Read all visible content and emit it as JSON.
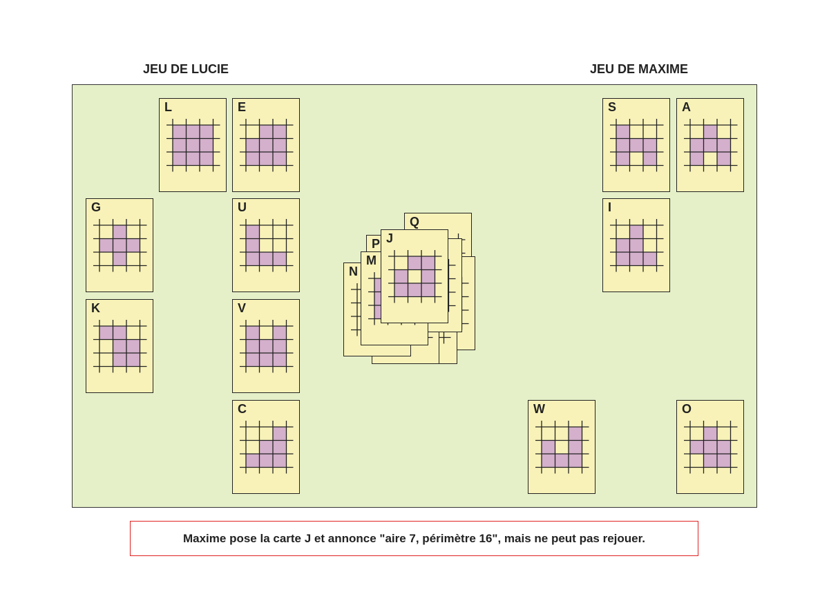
{
  "players": {
    "left": "JEU DE LUCIE",
    "right": "JEU DE MAXIME"
  },
  "colors": {
    "board": "#e6f0c8",
    "card": "#f8f2b8",
    "cell": "#d4b0cc",
    "caption_border": "#e02020"
  },
  "lucie_cards": [
    {
      "letter": "L",
      "shape": [
        "XXX",
        "XXX",
        "XXX"
      ]
    },
    {
      "letter": "E",
      "shape": [
        ".XX",
        "XXX",
        "XXX"
      ]
    },
    {
      "letter": "G",
      "shape": [
        ".X.",
        "XXX",
        ".X."
      ]
    },
    {
      "letter": "U",
      "shape": [
        "X..",
        "X..",
        "XXX"
      ]
    },
    {
      "letter": "K",
      "shape": [
        "XX.",
        ".XX",
        ".XX"
      ]
    },
    {
      "letter": "V",
      "shape": [
        "X.X",
        "XXX",
        "XXX"
      ]
    },
    {
      "letter": "C",
      "shape": [
        "..X",
        ".XX",
        "XXX"
      ]
    }
  ],
  "maxime_cards": [
    {
      "letter": "S",
      "shape": [
        "X..",
        "XXX",
        "X.X"
      ]
    },
    {
      "letter": "A",
      "shape": [
        ".X.",
        "XXX",
        "X.X"
      ]
    },
    {
      "letter": "I",
      "shape": [
        ".X.",
        "XX.",
        "XXX"
      ]
    },
    {
      "letter": "W",
      "shape": [
        "..X",
        "X.X",
        "XXX"
      ]
    },
    {
      "letter": "O",
      "shape": [
        ".X.",
        "XXX",
        ".XX"
      ]
    }
  ],
  "pile_cards": [
    {
      "letter": "Q",
      "shape": [
        "...",
        "...",
        "..."
      ]
    },
    {
      "letter": "",
      "shape": [
        "...",
        "...",
        "..."
      ]
    },
    {
      "letter": "",
      "shape": [
        "...",
        "...",
        "..."
      ]
    },
    {
      "letter": "",
      "shape": [
        "...",
        "...",
        "..."
      ]
    },
    {
      "letter": "N",
      "shape": [
        "...",
        "...",
        "..."
      ]
    },
    {
      "letter": "P",
      "shape": [
        "...",
        "...",
        "..."
      ]
    },
    {
      "letter": "",
      "shape": [
        "...",
        "...",
        "..."
      ]
    },
    {
      "letter": "M",
      "shape": [
        "X..",
        "X..",
        "X.."
      ]
    },
    {
      "letter": "J",
      "shape": [
        ".XX",
        "X.X",
        "XXX"
      ]
    }
  ],
  "caption": "Maxime pose la carte J et annonce \"aire 7, périmètre 16\", mais ne peut pas rejouer."
}
